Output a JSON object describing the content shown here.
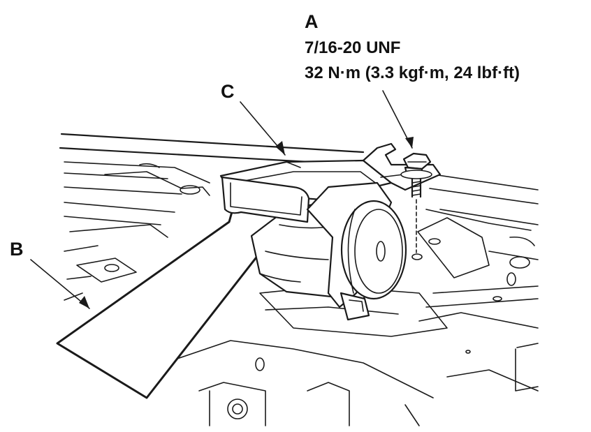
{
  "callouts": {
    "a": {
      "letter": "A",
      "thread": "7/16-20 UNF",
      "torque": "32 N·m (3.3 kgf·m, 24 lbf·ft)"
    },
    "b": {
      "letter": "B"
    },
    "c": {
      "letter": "C"
    }
  },
  "colors": {
    "ink": "#1a1a1a",
    "background": "#ffffff"
  }
}
